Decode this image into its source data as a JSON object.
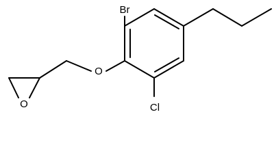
{
  "molecule": {
    "atoms": {
      "br": "Br",
      "cl": "Cl",
      "o_ether": "O",
      "o_epoxide": "O"
    },
    "colors": {
      "bond": "#000000",
      "label": "#000000",
      "background": "#ffffff"
    }
  }
}
